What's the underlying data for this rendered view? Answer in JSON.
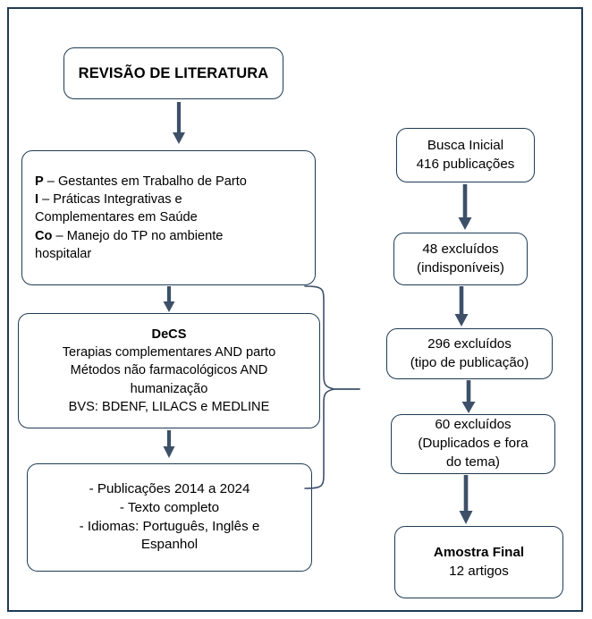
{
  "diagram": {
    "title": "Fluxograma de revisao de literatura",
    "colors": {
      "frame_border": "#1f3b55",
      "node_border": "#1f3b55",
      "arrow": "#3d5068",
      "text": "#000000",
      "background": "#ffffff"
    },
    "left_column": {
      "title_node": {
        "label": "REVISÃO DE LITERATURA"
      },
      "pico_node": {
        "lines": [
          {
            "prefix": "P",
            "text": " – Gestantes em Trabalho de Parto"
          },
          {
            "prefix": "I",
            "text": " –  Práticas Integrativas e"
          },
          {
            "prefix": "",
            "text": "Complementares em Saúde"
          },
          {
            "prefix": "Co",
            "text": " – Manejo do TP no ambiente"
          },
          {
            "prefix": "",
            "text": "hospitalar"
          }
        ]
      },
      "decs_node": {
        "heading": "DeCS",
        "lines": [
          "Terapias complementares AND parto",
          "Métodos não farmacológicos AND",
          "humanização",
          "BVS: BDENF, LILACS e MEDLINE"
        ]
      },
      "criteria_node": {
        "lines": [
          "-    Publicações 2014 a 2024",
          "-    Texto completo",
          "-   Idiomas: Português, Inglês e",
          "Espanhol"
        ]
      }
    },
    "right_column": {
      "initial_search": {
        "line1": "Busca Inicial",
        "line2": "416 publicações"
      },
      "excluded_48": {
        "line1": "48 excluídos",
        "line2": "(indisponíveis)"
      },
      "excluded_296": {
        "line1": "296 excluídos",
        "line2": "(tipo de publicação)"
      },
      "excluded_60": {
        "line1": "60 excluídos",
        "line2": "(Duplicados e fora",
        "line3": "do tema)"
      },
      "final_sample": {
        "line1": "Amostra Final",
        "line2": "12 artigos"
      }
    },
    "connectors": {
      "arrow_title_to_pico": "down-arrow",
      "arrow_pico_to_decs": "down-arrow",
      "arrow_decs_to_criteria": "down-arrow",
      "arrow_busca_to_exc48": "down-arrow",
      "arrow_exc48_to_exc296": "down-arrow",
      "arrow_exc296_to_exc60": "down-arrow",
      "arrow_exc60_to_amostra": "down-arrow",
      "brace_left_to_right": "curly-brace"
    }
  }
}
